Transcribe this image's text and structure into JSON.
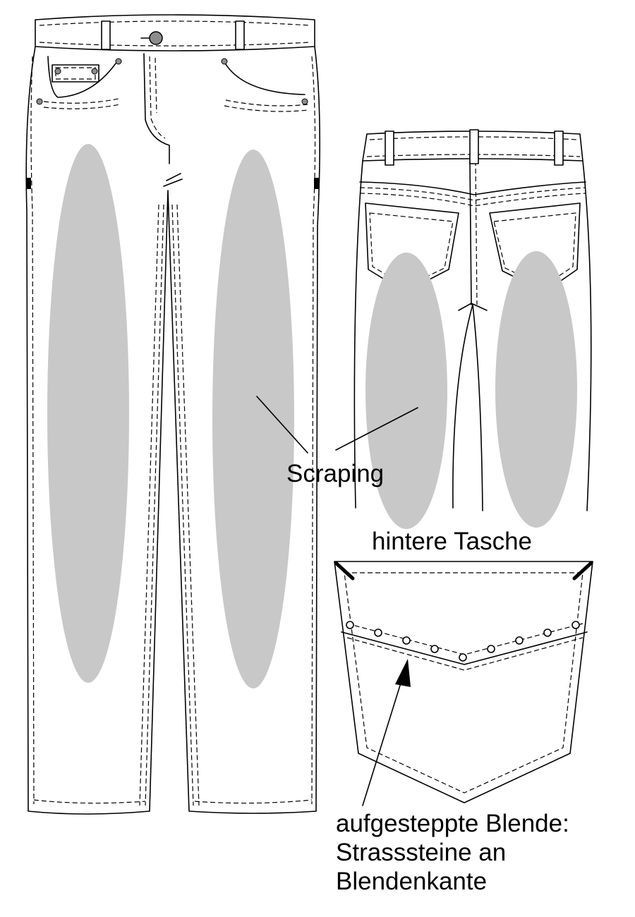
{
  "colors": {
    "outline": "#000000",
    "scraping_shade": "#c8c8c8",
    "background": "#ffffff",
    "rivet": "#8c8c8c"
  },
  "labels": {
    "scraping": "Scraping",
    "back_pocket_title": "hintere Tasche",
    "detail_note_lines": [
      "aufgesteppte Blende:",
      "Strasssteine an",
      "Blendenkante"
    ]
  }
}
